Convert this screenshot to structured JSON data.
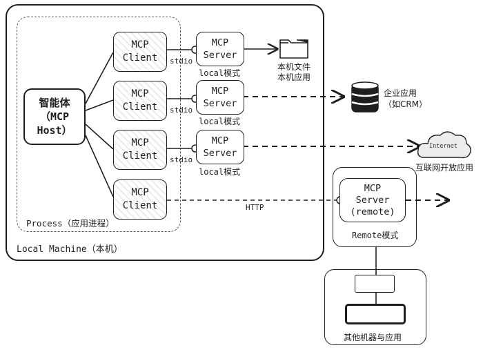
{
  "local_machine": {
    "label": "Local Machine（本机）"
  },
  "process": {
    "label": "Process（应用进程）"
  },
  "host": {
    "line1": "智能体",
    "line2": "（MCP",
    "line3": "Host）"
  },
  "clients": [
    {
      "line1": "MCP",
      "line2": "Client"
    },
    {
      "line1": "MCP",
      "line2": "Client"
    },
    {
      "line1": "MCP",
      "line2": "Client"
    },
    {
      "line1": "MCP",
      "line2": "Client"
    }
  ],
  "servers": [
    {
      "line1": "MCP",
      "line2": "Server",
      "mode": "local模式"
    },
    {
      "line1": "MCP",
      "line2": "Server",
      "mode": "local模式"
    },
    {
      "line1": "MCP",
      "line2": "Server",
      "mode": "local模式"
    }
  ],
  "transports": [
    "stdio",
    "stdio",
    "stdio",
    "HTTP"
  ],
  "targets": {
    "files_line1": "本机文件",
    "files_line2": "本机应用",
    "enterprise_line1": "企业应用",
    "enterprise_line2": "（如CRM）",
    "internet_cloud": "Internet",
    "internet_label": "互联网开放应用"
  },
  "remote": {
    "line1": "MCP",
    "line2": "Server",
    "line3": "(remote)",
    "mode": "Remote模式"
  },
  "other_machine": {
    "label": "其他机器与应用"
  }
}
